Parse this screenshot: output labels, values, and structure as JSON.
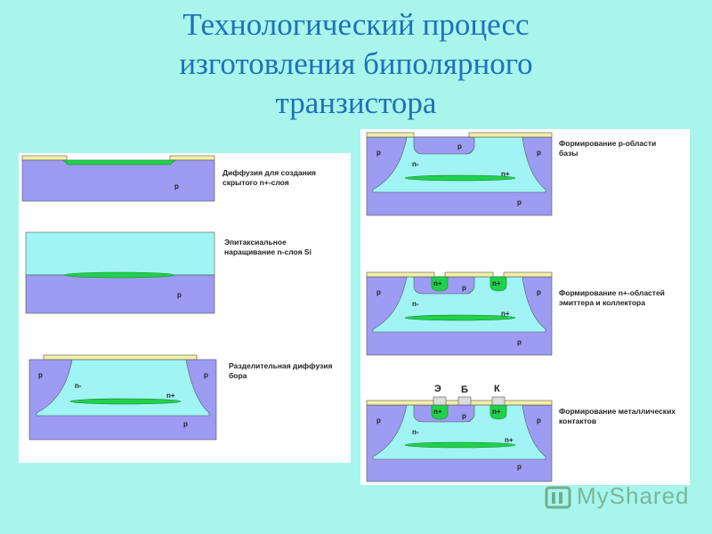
{
  "title": {
    "line1": "Технологический процесс",
    "line2": "изготовления биполярного",
    "line3": "транзистора"
  },
  "steps": [
    {
      "caption": "Диффузия для создания\nскрытого n+-слоя",
      "labels": {
        "p": "p"
      }
    },
    {
      "caption": "Эпитаксиальное\nнаращивание n-слоя Si",
      "labels": {
        "p": "p"
      }
    },
    {
      "caption": "Разделительная диффузия\nбора",
      "labels": {
        "p": "p",
        "nminus": "n-",
        "nplus": "n+"
      }
    },
    {
      "caption": "Формирование р-области\nбазы",
      "labels": {
        "p": "p",
        "nminus": "n-",
        "nplus": "n+"
      }
    },
    {
      "caption": "Формирование n+-областей\nэмиттера и коллектора",
      "labels": {
        "p": "p",
        "nminus": "n-",
        "nplus": "n+"
      }
    },
    {
      "caption": "Формирование металлических\nконтактов",
      "labels": {
        "p": "p",
        "nminus": "n-",
        "nplus": "n+",
        "emitter": "Э",
        "base": "Б",
        "collector": "К"
      }
    }
  ],
  "watermark": {
    "text": "MyShared"
  },
  "colors": {
    "background": "#a8f5ec",
    "title": "#2270b8",
    "p_substrate": "#9c9cf2",
    "n_epi": "#a0f4f4",
    "buried_layer": "#1fd24a",
    "oxide": "#f3f0a6"
  }
}
